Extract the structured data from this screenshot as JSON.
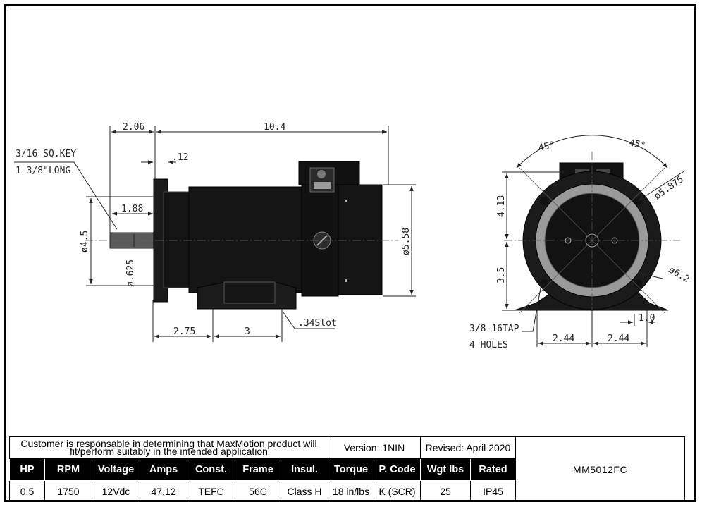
{
  "dimensions": {
    "d_206": "2.06",
    "d_104": "10.4",
    "d_012": ".12",
    "d_188": "1.88",
    "d_45": "ø4.5",
    "d_0625": "ø.625",
    "d_558": "ø5.58",
    "d_275": "2.75",
    "d_3": "3",
    "slot": ".34Slot",
    "key_line1": "3/16 SQ.KEY",
    "key_line2": "1-3/8\"LONG",
    "ang_left": "45°",
    "ang_right": "45°",
    "d_5875": "ø5.875",
    "d_62": "ø6.2",
    "d_413": "4.13",
    "d_35": "3.5",
    "d_10": "1.0",
    "d_244a": "2.44",
    "d_244b": "2.44",
    "tap_line1": "3/8-16TAP",
    "tap_line2": "4 HOLES"
  },
  "title_block": {
    "note": "Customer is responsable in determining that MaxMotion product will fit/perform suitably in the intended application",
    "version": "Version: 1NIN",
    "revised": "Revised: April 2020",
    "model": "MM5012FC",
    "headers": [
      "HP",
      "RPM",
      "Voltage",
      "Amps",
      "Const.",
      "Frame",
      "Insul.",
      "Torque",
      "P. Code",
      "Wgt lbs",
      "Rated"
    ],
    "values": [
      "0,5",
      "1750",
      "12Vdc",
      "47,12",
      "TEFC",
      "56C",
      "Class H",
      "18 in/lbs",
      "K (SCR)",
      "25",
      "IP45"
    ]
  }
}
